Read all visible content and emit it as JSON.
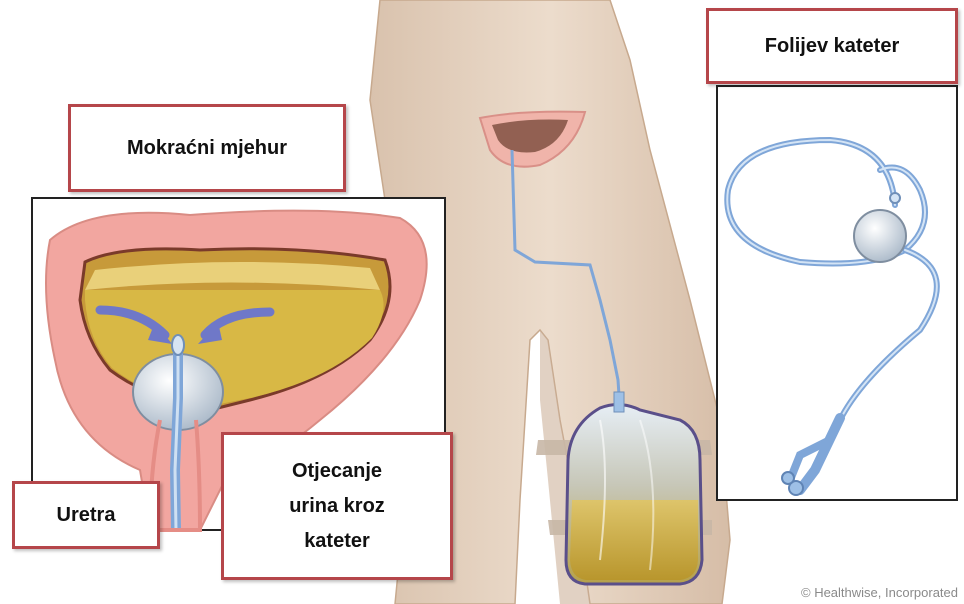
{
  "labels": {
    "bladder": "Mokraćni mjehur",
    "foley": "Folijev kateter",
    "urethra": "Uretra",
    "drainage_line1": "Otjecanje",
    "drainage_line2": "urina kroz",
    "drainage_line3": "kateter"
  },
  "copyright": "© Healthwise, Incorporated",
  "colors": {
    "skin": "#e8d6c4",
    "skin_shadow": "#cfb59c",
    "bladder_wall": "#f2a6a0",
    "urine": "#d8b845",
    "catheter": "#7fa6d8",
    "label_border": "#b5464a",
    "arrow": "#6f78c8"
  }
}
